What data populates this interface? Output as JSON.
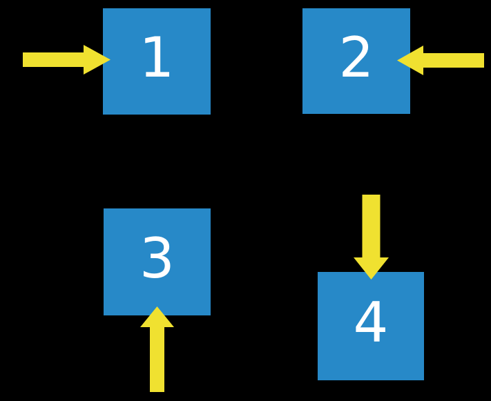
{
  "diagram": {
    "background_color": "#000000",
    "box_color": "#2789C8",
    "arrow_color": "#F0E130",
    "label_color": "#FFFFFF"
  },
  "boxes": [
    {
      "label": "1",
      "arrow_direction": "right",
      "arrow_side": "left"
    },
    {
      "label": "2",
      "arrow_direction": "left",
      "arrow_side": "right"
    },
    {
      "label": "3",
      "arrow_direction": "up",
      "arrow_side": "bottom"
    },
    {
      "label": "4",
      "arrow_direction": "down",
      "arrow_side": "top"
    }
  ]
}
